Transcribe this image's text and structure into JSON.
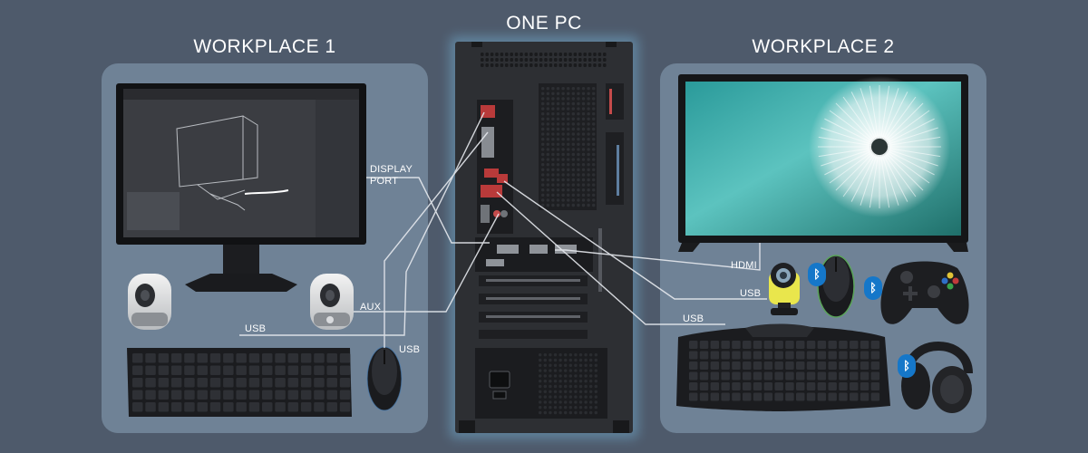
{
  "titles": {
    "workplace1": "WORKPLACE 1",
    "one_pc": "ONE PC",
    "workplace2": "WORKPLACE 2"
  },
  "labels": {
    "display_port": "DISPLAY\nPORT",
    "aux": "AUX",
    "usb_keyboard1": "USB",
    "usb_mouse1": "USB",
    "hdmi": "HDMI",
    "usb_webcam": "USB",
    "usb_keyboard2": "USB"
  },
  "bluetooth": {
    "glyph": "ᛒ",
    "color": "#1577c9"
  },
  "colors": {
    "background": "#4e5a6b",
    "panel": "#6f8296",
    "cable": "#e6e9ee",
    "tower": "#2d2f33",
    "tower_glow": "#6fa6c7"
  }
}
